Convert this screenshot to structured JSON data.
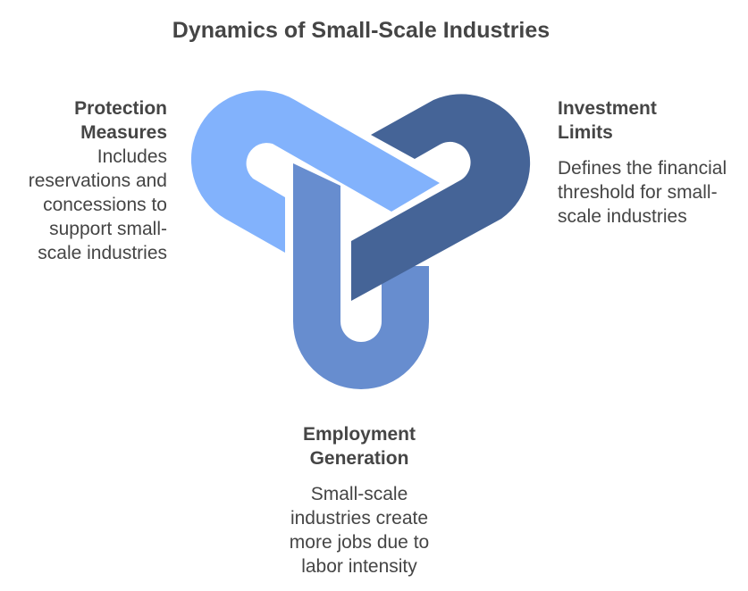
{
  "title": "Dynamics of Small-Scale Industries",
  "colors": {
    "protection": "#82b2fc",
    "investment": "#456497",
    "employment": "#678dcf"
  },
  "nodes": {
    "protection": {
      "title": "Protection Measures",
      "description": "Includes reservations and concessions to support small-scale industries"
    },
    "investment": {
      "title": "Investment Limits",
      "description": "Defines the financial threshold for small-scale industries"
    },
    "employment": {
      "title": "Employment Generation",
      "description": "Small-scale industries create more jobs due to labor intensity"
    }
  }
}
